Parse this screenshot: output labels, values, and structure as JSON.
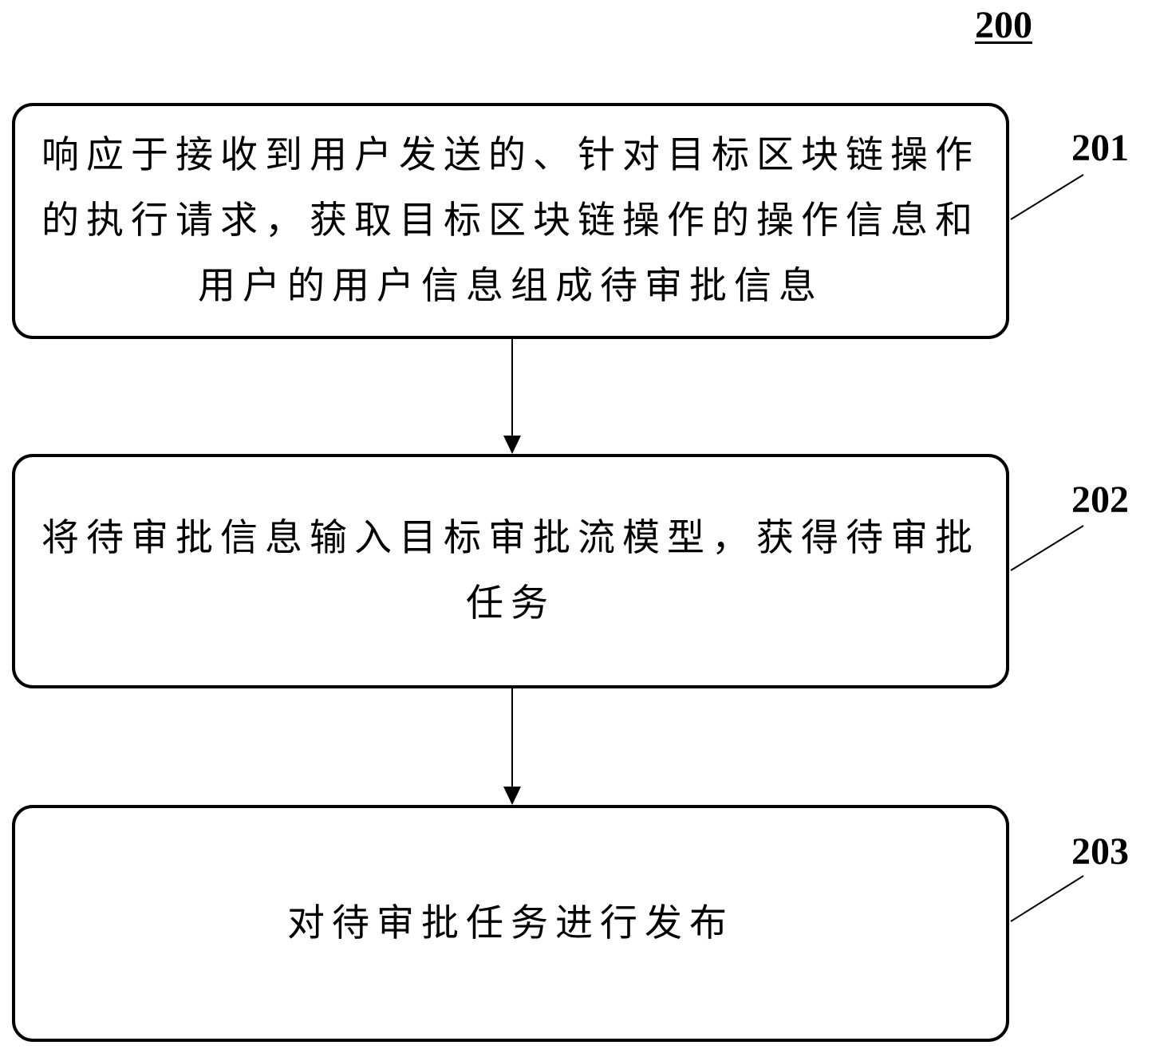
{
  "figure_number": "200",
  "steps": [
    {
      "number": "201",
      "text": "响应于接收到用户发送的、针对目标区块链操作的执行请求，获取目标区块链操作的操作信息和用户的用户信息组成待审批信息"
    },
    {
      "number": "202",
      "text": "将待审批信息输入目标审批流模型，获得待审批任务"
    },
    {
      "number": "203",
      "text": "对待审批任务进行发布"
    }
  ],
  "colors": {
    "stroke": "#000000",
    "background": "#ffffff"
  }
}
